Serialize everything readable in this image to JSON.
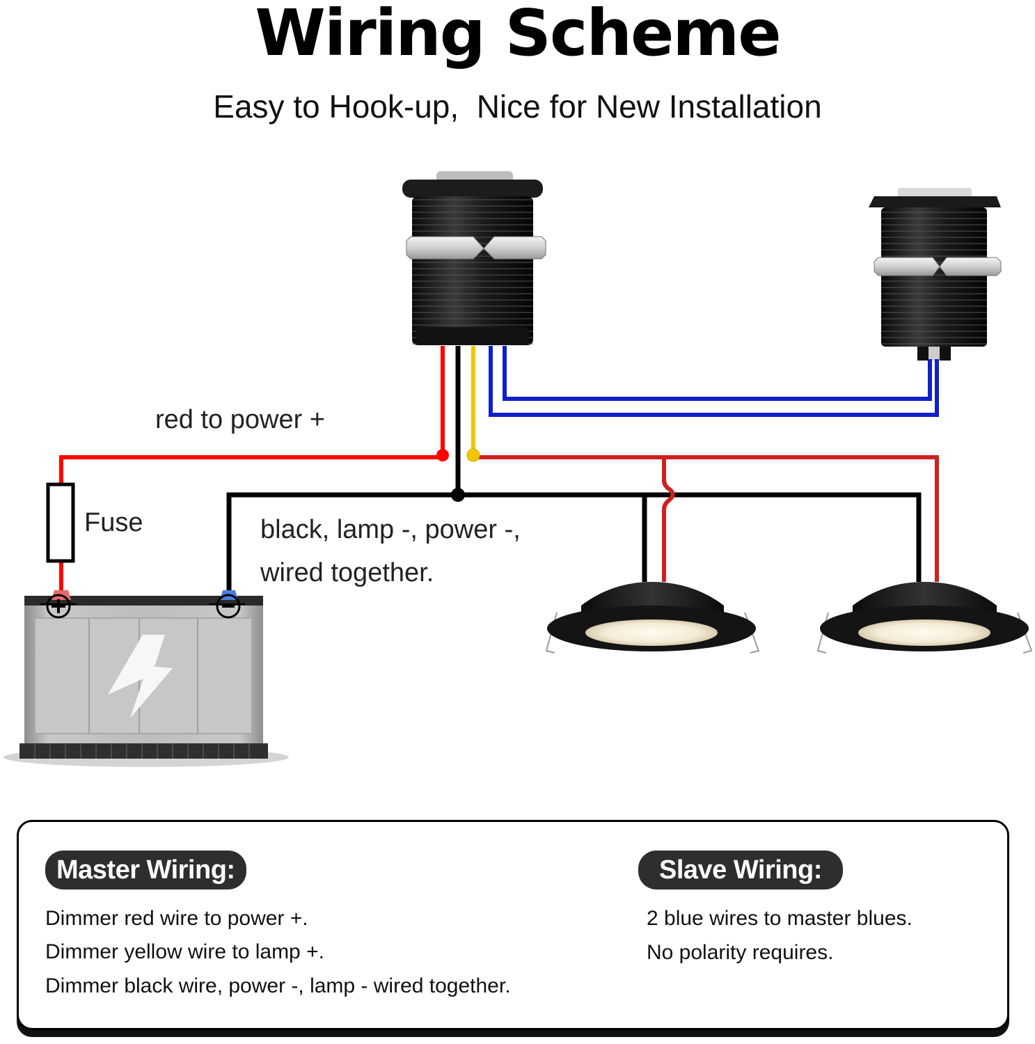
{
  "header": {
    "title": "Wiring Scheme",
    "subtitle": "Easy to Hook-up,  Nice for New Installation"
  },
  "diagram": {
    "components": {
      "master_dimmer": "master dimmer switch",
      "slave_switch": "slave switch",
      "battery": "battery",
      "fuse": "fuse",
      "lamps": [
        "lamp 1",
        "lamp 2"
      ]
    },
    "labels": {
      "red_to_power": "red to power +",
      "fuse": "Fuse",
      "black_line1": "black, lamp -, power -,",
      "black_line2": "wired together.",
      "battery_positive": "+",
      "battery_negative": "−"
    },
    "wire_colors": {
      "red": "#ff0000",
      "lamp_red": "#cc2222",
      "black": "#000000",
      "yellow": "#f5c400",
      "blue": "#1020c8"
    }
  },
  "instructions": {
    "master": {
      "heading": "Master Wiring:",
      "lines": [
        "Dimmer red wire to power +.",
        "Dimmer yellow wire to lamp +.",
        "Dimmer black wire, power -, lamp - wired together."
      ]
    },
    "slave": {
      "heading": "Slave Wiring:",
      "lines": [
        "2 blue wires to master blues.",
        "No polarity requires."
      ]
    }
  }
}
